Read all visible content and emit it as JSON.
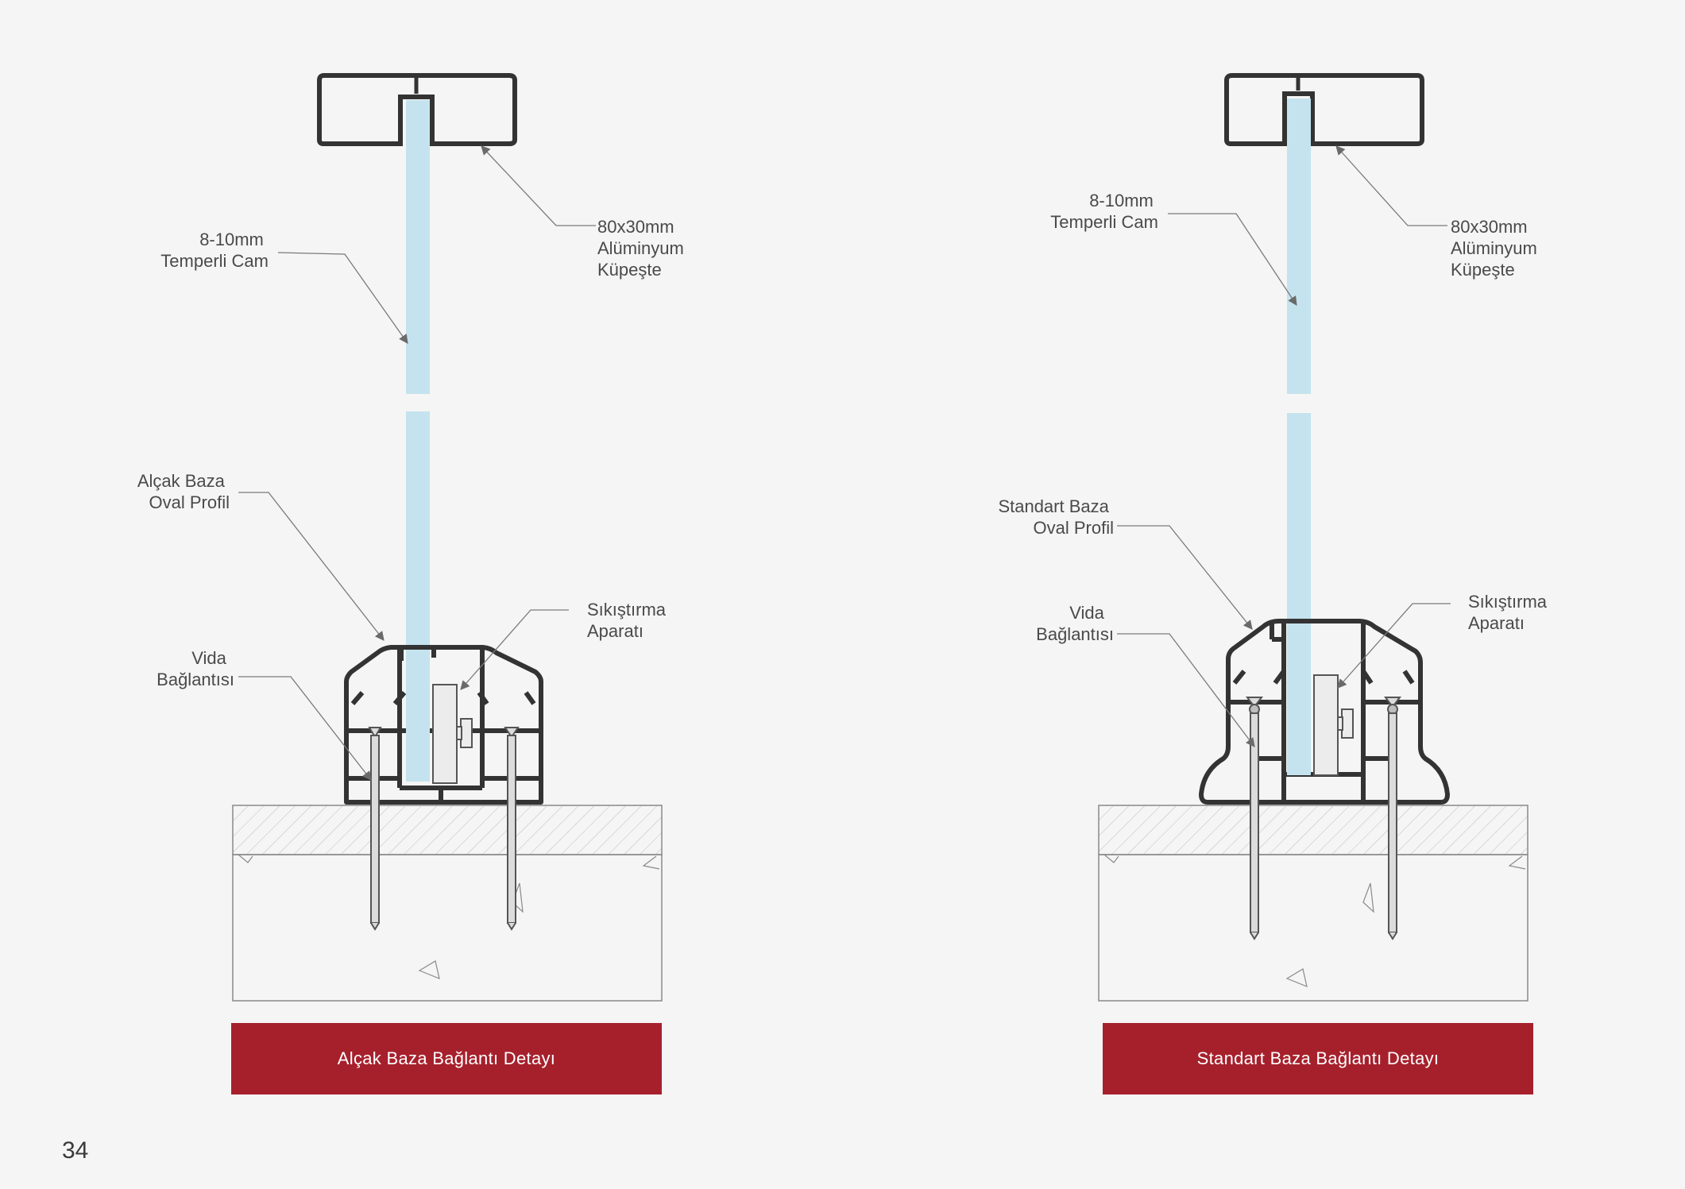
{
  "left_detail": {
    "labels": {
      "glass": [
        "8-10mm",
        "Temperli Cam"
      ],
      "handrail": [
        "80x30mm",
        "Alüminyum",
        "Küpeşte"
      ],
      "base_profile": [
        "Alçak Baza",
        "Oval Profil"
      ],
      "clamp": [
        "Sıkıştırma",
        "Aparatı"
      ],
      "screw": [
        "Vida",
        "Bağlantısı"
      ]
    },
    "caption": "Alçak Baza Bağlantı Detayı"
  },
  "right_detail": {
    "labels": {
      "glass": [
        "8-10mm",
        "Temperli Cam"
      ],
      "handrail": [
        "80x30mm",
        "Alüminyum",
        "Küpeşte"
      ],
      "base_profile": [
        "Standart Baza",
        "Oval Profil"
      ],
      "clamp": [
        "Sıkıştırma",
        "Aparatı"
      ],
      "screw": [
        "Vida",
        "Bağlantısı"
      ]
    },
    "caption": "Standart Baza Bağlantı Detayı"
  },
  "page_number": "34",
  "colors": {
    "background": "#f5f5f5",
    "glass": "#c4e3ee",
    "profile": "#333333",
    "caption_bar": "#a6202c",
    "caption_text": "#ffffff"
  }
}
